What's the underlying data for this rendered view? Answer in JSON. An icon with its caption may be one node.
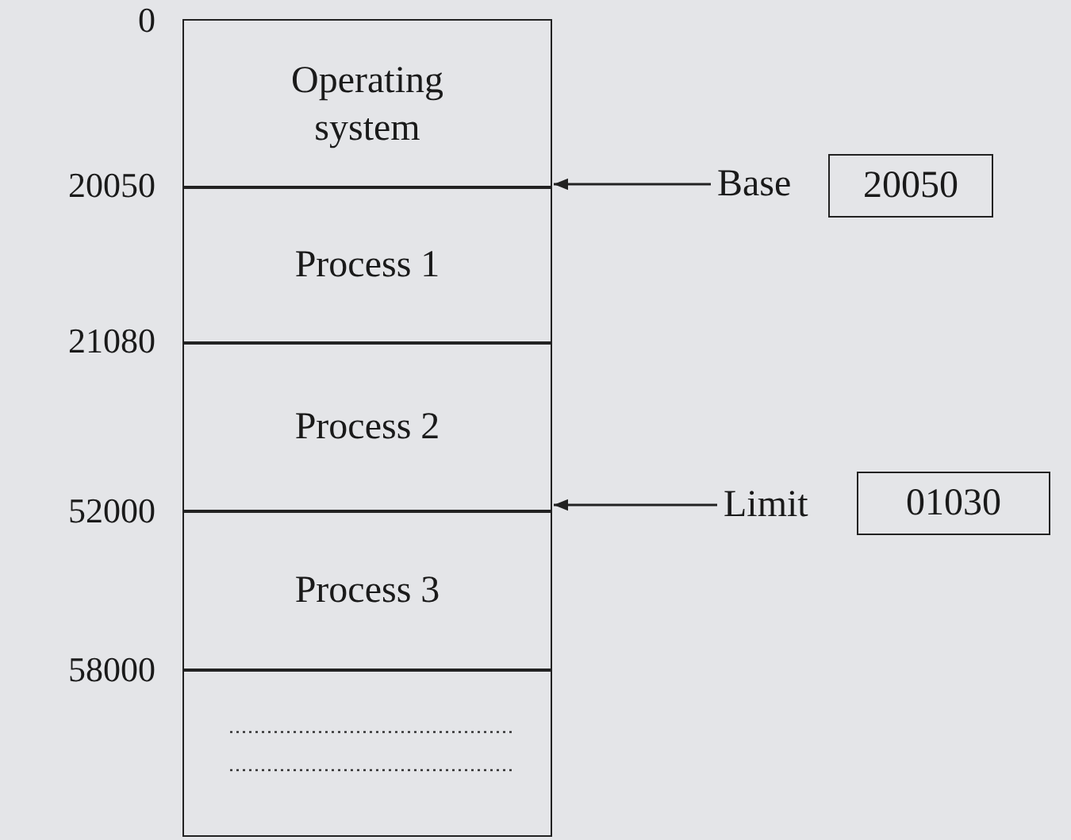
{
  "diagram": {
    "nodes": [
      {
        "text": [
          "Operating system"
        ]
      },
      {
        "text": [
          "Process 1"
        ]
      },
      {
        "text": [
          "Process 2"
        ]
      },
      {
        "text": [
          "Process 3"
        ]
      },
      {
        "text": [],
        "shape": "box"
      },
      {
        "text": [
          "Base"
        ]
      },
      {
        "text": [
          "20050"
        ]
      },
      {
        "text": [
          "Limit"
        ]
      },
      {
        "text": [
          "01030"
        ]
      }
    ],
    "edges": [
      {
        "from": 5,
        "to": 1,
        "arrow": "to"
      },
      {
        "from": 7,
        "to": 3,
        "arrow": "to"
      }
    ],
    "labels": [
      "0",
      "20050",
      "21080",
      "52000",
      "58000"
    ]
  }
}
